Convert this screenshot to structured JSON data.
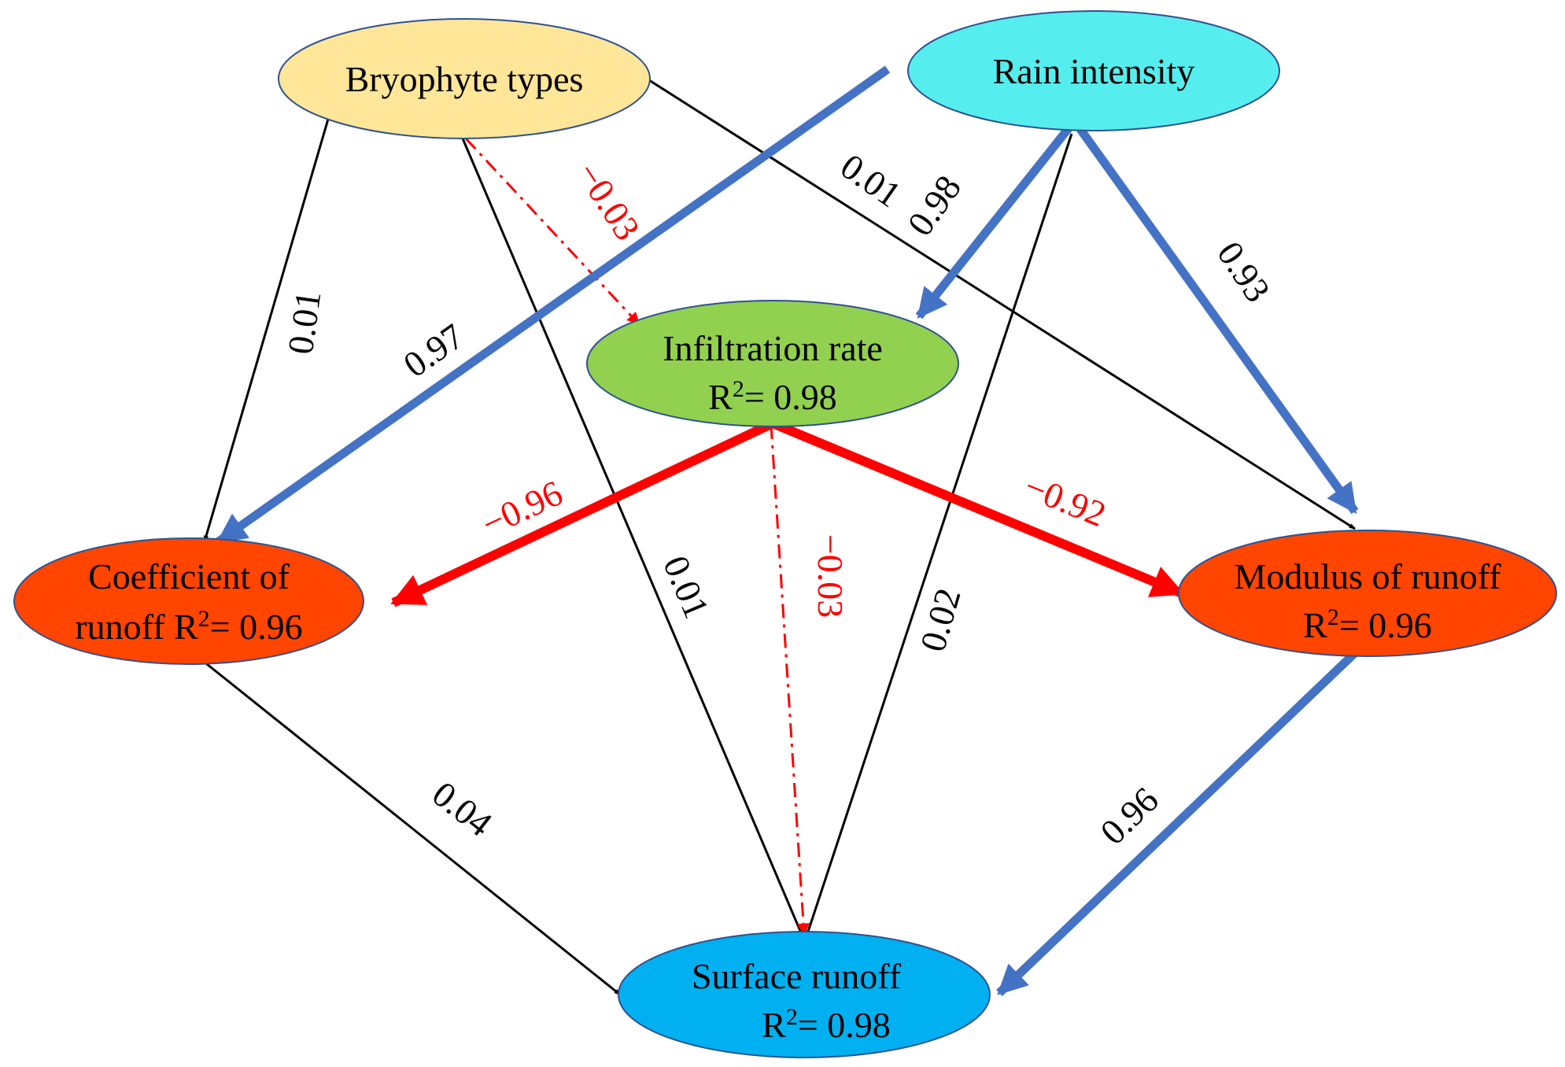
{
  "colors": {
    "black_edge": "#000000",
    "blue_edge": "#4472C4",
    "red_edge": "#FF0000",
    "node_outline": "#2F528F"
  },
  "nodes": {
    "bryophyte": {
      "label": "Bryophyte types",
      "fill": "#FFE699"
    },
    "rain": {
      "label": "Rain intensity",
      "fill": "#55EDEE"
    },
    "infiltration": {
      "label": "Infiltration rate",
      "r2_prefix": "R",
      "r2_sup": "2",
      "r2_value": "= 0.98",
      "fill": "#92D050"
    },
    "coefficient": {
      "label": "Coefficient of",
      "label2": "runoff R",
      "r2_sup": "2",
      "r2_value": "= 0.96",
      "fill": "#FF4500"
    },
    "modulus": {
      "label": "Modulus of runoff",
      "r2_prefix": "R",
      "r2_sup": "2",
      "r2_value": "= 0.96",
      "fill": "#FF4500"
    },
    "surface": {
      "label": "Surface runoff",
      "r2_prefix": "R",
      "r2_sup": "2",
      "r2_value": "= 0.98",
      "fill": "#00B0F0"
    }
  },
  "edges": {
    "bryo_to_coef": "0.01",
    "bryo_to_surface": "0.01",
    "bryo_to_infil": "−0.03",
    "bryo_to_modulus": "0.01",
    "rain_to_coef": "0.97",
    "rain_to_infil": "0.98",
    "rain_to_modulus": "0.93",
    "rain_to_surface": "0.02",
    "infil_to_coef": "−0.96",
    "infil_to_modulus": "−0.92",
    "infil_to_surface": "−0.03",
    "coef_to_surface": "0.04",
    "modulus_to_surface": "0.96"
  }
}
